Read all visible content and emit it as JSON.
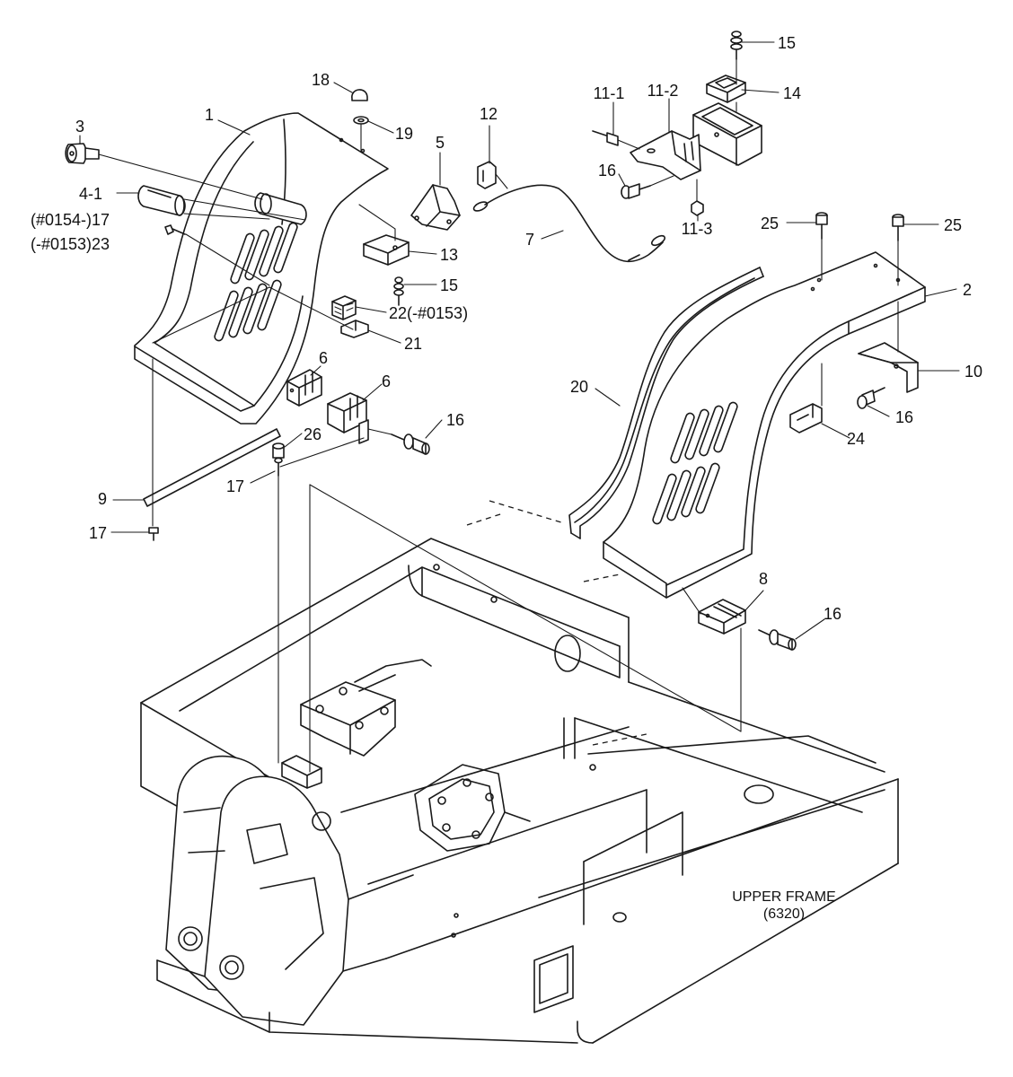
{
  "labels": {
    "p1": "1",
    "p2": "2",
    "p3": "3",
    "p4_1": "4-1",
    "p5": "5",
    "p6_left": "6",
    "p6_right": "6",
    "p7": "7",
    "p8": "8",
    "p9": "9",
    "p10": "10",
    "p11_1": "11-1",
    "p11_2": "11-2",
    "p11_3": "11-3",
    "p12": "12",
    "p13": "13",
    "p14": "14",
    "p15_top": "15",
    "p15_mid": "15",
    "p16_top": "16",
    "p16_hinge": "16",
    "p16_right": "16",
    "p16_bottom": "16",
    "p17_serial": "(#0154-)17",
    "p23_serial": "(-#0153)23",
    "p17_mid": "17",
    "p17_bottom": "17",
    "p18": "18",
    "p19": "19",
    "p20": "20",
    "p21": "21",
    "p22": "22(-#0153)",
    "p24": "24",
    "p25_left": "25",
    "p25_right": "25",
    "p26": "26"
  },
  "frame_label": {
    "name": "UPPER FRAME",
    "code": "(6320)"
  }
}
